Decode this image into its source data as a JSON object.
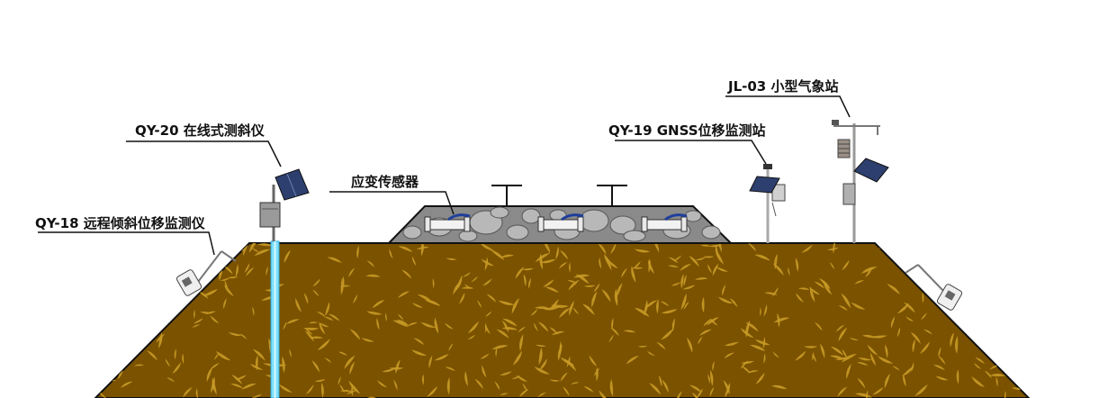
{
  "labels": {
    "qy18": "QY-18 远程倾斜位移监测仪",
    "qy20": "QY-20 在线式测斜仪",
    "strain": "应变传感器",
    "qy19": "QY-19 GNSS位移监测站",
    "jl03": "JL-03 小型气象站"
  },
  "colors": {
    "embankment": "#7a5200",
    "texture": "#c89a26",
    "ballast": "#8a8a8a",
    "stone": "#b8b8b8",
    "inclinometer_tube": "#7ee0ff",
    "outline": "#111111"
  }
}
